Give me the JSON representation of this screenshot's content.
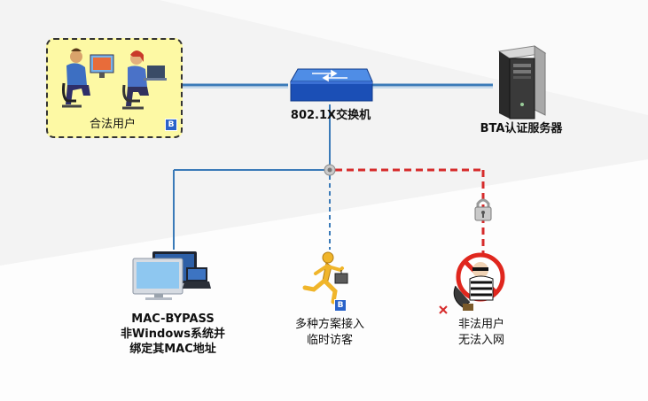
{
  "switch": {
    "label": "802.1X交换机"
  },
  "server": {
    "label": "BTA认证服务器"
  },
  "legal_users": {
    "label": "合法用户"
  },
  "mac_bypass": {
    "line1": "MAC-BYPASS",
    "line2": "非Windows系统并",
    "line3": "绑定其MAC地址"
  },
  "guest": {
    "line1": "多种方案接入",
    "line2": "临时访客"
  },
  "illegal": {
    "line1": "非法用户",
    "line2": "无法入网"
  },
  "badge_letter": "B",
  "colors": {
    "link": "#3a7ab8",
    "blocked": "#d62b2b",
    "user_box_fill": "#fdf9a4",
    "switch_blue": "#1b4fb6"
  }
}
